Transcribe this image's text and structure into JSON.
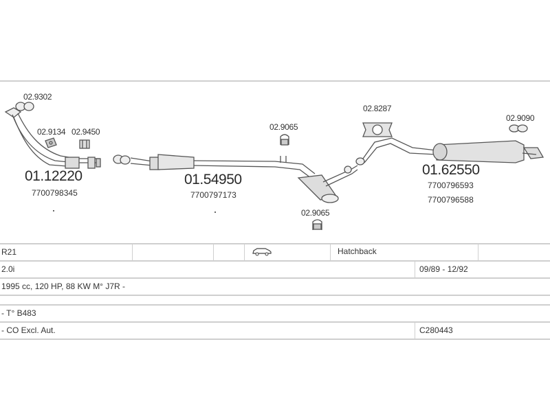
{
  "diagram": {
    "parts": [
      {
        "id": "p1",
        "small_ref": "02.9302"
      },
      {
        "id": "p2",
        "small_ref": "02.9134"
      },
      {
        "id": "p3",
        "small_ref": "02.9450"
      },
      {
        "id": "p4",
        "main_ref": "01.12220",
        "oem": [
          "7700798345"
        ]
      },
      {
        "id": "p5",
        "main_ref": "01.54950",
        "oem": [
          "7700797173"
        ]
      },
      {
        "id": "p6",
        "small_ref": "02.9065"
      },
      {
        "id": "p7",
        "small_ref": "02.9065"
      },
      {
        "id": "p8",
        "small_ref": "02.8287"
      },
      {
        "id": "p9",
        "small_ref": "02.9090"
      },
      {
        "id": "p10",
        "main_ref": "01.62550",
        "oem": [
          "7700796593",
          "7700796588"
        ]
      }
    ]
  },
  "table": {
    "rows": [
      {
        "c1": "R21",
        "c2": "",
        "c3": "",
        "c4_icon": "car-icon",
        "c5": "Hatchback",
        "c6": ""
      },
      {
        "c1": "2.0i",
        "c6": "09/89 - 12/92"
      },
      {
        "c1": "1995 cc, 120 HP, 88 KW M° J7R -"
      },
      {
        "c1": "- T° B483"
      },
      {
        "c1": "- CO Excl. Aut.",
        "c6": "C280443"
      }
    ]
  }
}
